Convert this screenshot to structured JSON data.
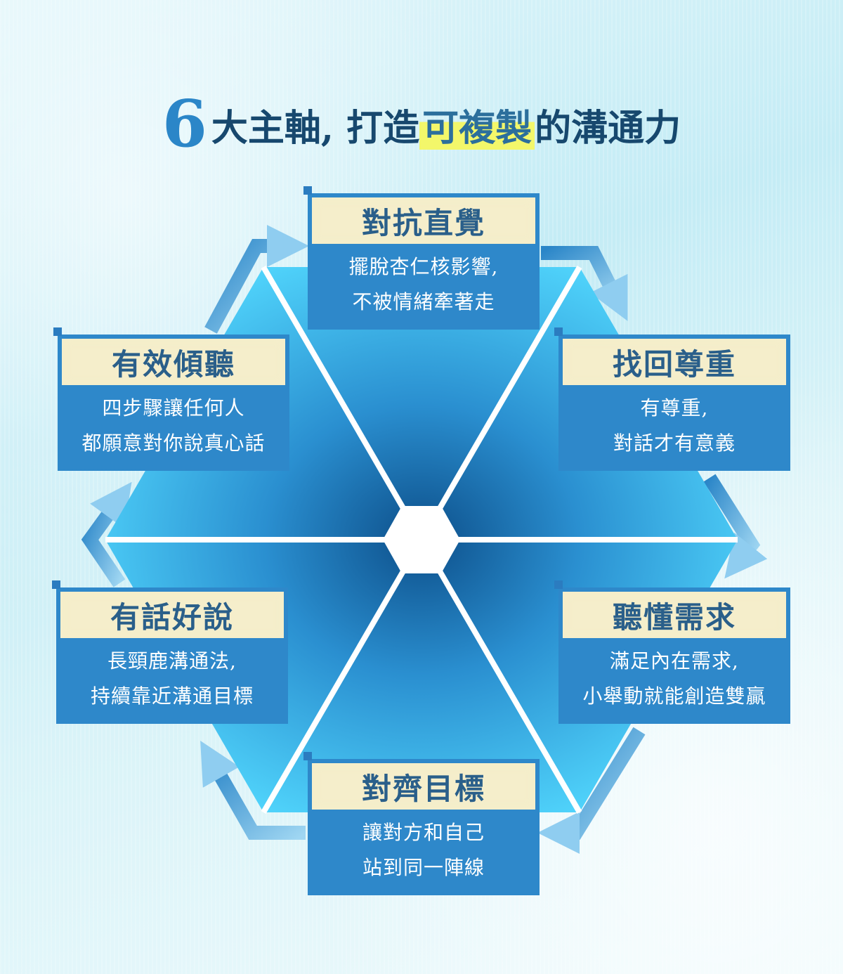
{
  "title": {
    "number": "6",
    "part1": "大主軸, 打造",
    "highlight": "可複製",
    "part2": "的溝通力"
  },
  "nodes": [
    {
      "heading": "對抗直覺",
      "lines": [
        "擺脫杏仁核影響,",
        "不被情緒牽著走"
      ]
    },
    {
      "heading": "找回尊重",
      "lines": [
        "有尊重,",
        "對話才有意義"
      ]
    },
    {
      "heading": "聽懂需求",
      "lines": [
        "滿足內在需求,",
        "小舉動就能創造雙贏"
      ]
    },
    {
      "heading": "對齊目標",
      "lines": [
        "讓對方和自己",
        "站到同一陣線"
      ]
    },
    {
      "heading": "有話好說",
      "lines": [
        "長頸鹿溝通法,",
        "持續靠近溝通目標"
      ]
    },
    {
      "heading": "有效傾聽",
      "lines": [
        "四步驟讓任何人",
        "都願意對你說真心話"
      ]
    }
  ],
  "colors": {
    "title": "#17486e",
    "accent": "#2b86c8",
    "highlight": "#f3f76a",
    "box": "#2e88ca",
    "header": "#f5eecb"
  }
}
